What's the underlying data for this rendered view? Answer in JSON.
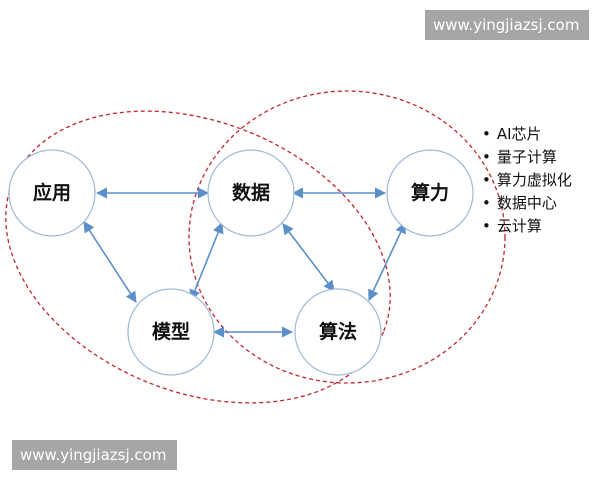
{
  "watermarks": {
    "top": "www.yingjiazsj.com",
    "bottom": "www.yingjiazsj.com"
  },
  "nodes": {
    "application": "应用",
    "data": "数据",
    "compute": "算力",
    "model": "模型",
    "algorithm": "算法"
  },
  "compute_items": [
    "AI芯片",
    "量子计算",
    "算力虚拟化",
    "数据中心",
    "云计算"
  ],
  "colors": {
    "arrow": "#5b8fc9",
    "node_border": "#9fb8d6",
    "ellipse": "#c0272d"
  }
}
